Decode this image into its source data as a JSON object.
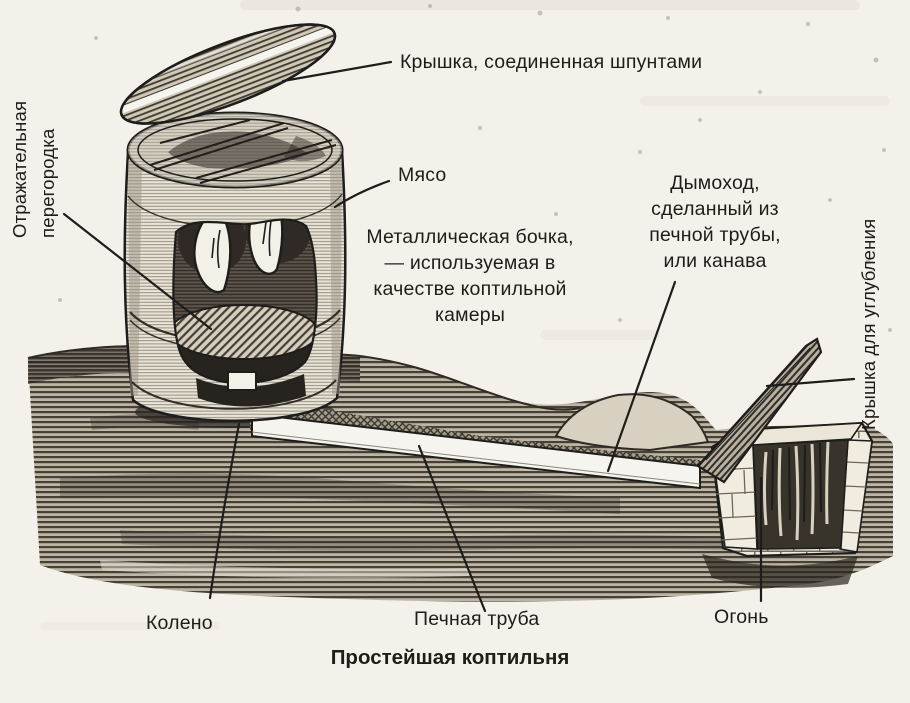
{
  "page": {
    "colors": {
      "paper": "#f4f1ea",
      "ink": "#1d1d1b"
    }
  },
  "figure": {
    "caption": "Простейшая коптильня",
    "labels": {
      "baffle": "Отражательная\nперегородка",
      "barrel_lid": "Крышка, соединенная шпунтами",
      "meat": "Мясо",
      "barrel": "Металлическая бочка,\n— используемая в\nкачестве коптильной\nкамеры",
      "chimney": "Дымоход,\nсделанный из\nпечной трубы,\nили канава",
      "pit_lid": "Крышка для углубления",
      "elbow": "Колено",
      "stove_pipe": "Печная труба",
      "fire": "Огонь"
    }
  }
}
